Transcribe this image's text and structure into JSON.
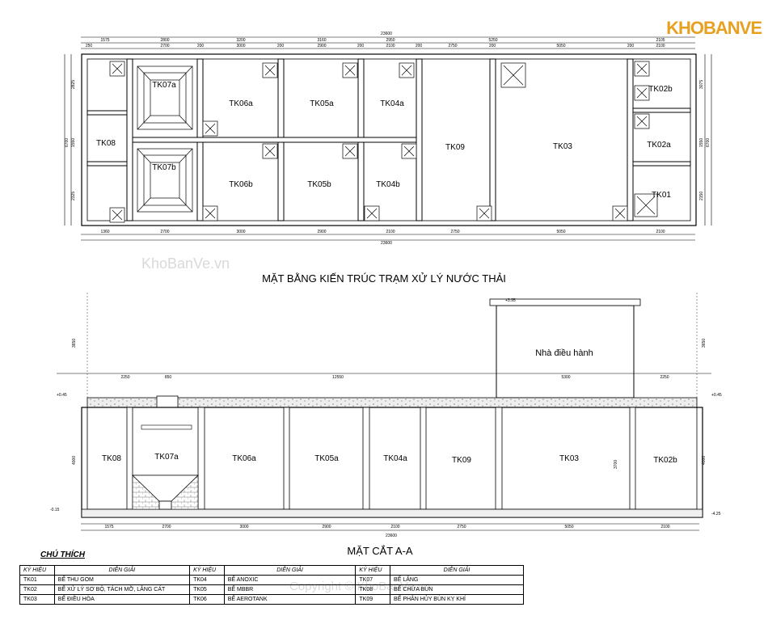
{
  "logo": "KHOBANVE",
  "watermarks": [
    "KhoBanVe.vn",
    "Copyright © KhoBanVe.vn"
  ],
  "plan": {
    "title": "MẶT BẰNG KIẾN TRÚC TRẠM XỬ LÝ NƯỚC THẢI",
    "rooms": [
      "TK07a",
      "TK06a",
      "TK05a",
      "TK04a",
      "TK09",
      "TK03",
      "TK02b",
      "TK08",
      "TK02a",
      "TK07b",
      "TK06b",
      "TK05b",
      "TK04b",
      "TK01"
    ],
    "overall_dim": "23600",
    "top_dims": [
      "1575",
      "2800",
      "3200",
      "3160",
      "2950",
      "5250",
      "2105"
    ],
    "mid_top_dims": [
      "250",
      "2700",
      "200",
      "3000",
      "200",
      "2900",
      "200",
      "2100",
      "200",
      "2750",
      "200",
      "5050",
      "200",
      "2100"
    ],
    "bottom_dims": [
      "1360",
      "2700",
      "3000",
      "2900",
      "2100",
      "2750",
      "5050",
      "2100"
    ],
    "bottom_sum": "23600",
    "left_dims": [
      "2825",
      "1550",
      "2325"
    ],
    "right_dims": [
      "3075",
      "1550",
      "2150"
    ],
    "side_total": "6700"
  },
  "section": {
    "title": "MẶT CẮT A-A",
    "building_label": "Nhà điều hành",
    "tanks": [
      "TK08",
      "TK07a",
      "TK06a",
      "TK05a",
      "TK04a",
      "TK09",
      "TK03",
      "TK02b"
    ],
    "top_dims": [
      "2250",
      "850",
      "12550",
      "5300",
      "2250"
    ],
    "bottom_dims": [
      "1575",
      "2700",
      "3000",
      "2900",
      "2100",
      "2750",
      "5050",
      "2100"
    ],
    "bottom_total": "23600",
    "heights": [
      "3650",
      "4000",
      "3700",
      "4000",
      "3650"
    ],
    "level_marks": [
      "+3.95",
      "+0.45",
      "+0.45",
      "-0.15",
      "-4.25"
    ]
  },
  "legend": {
    "title": "CHÚ THÍCH",
    "headers": {
      "code": "KÝ HIỆU",
      "desc": "DIỄN GIẢI"
    },
    "rows": [
      [
        {
          "code": "TK01",
          "desc": "BỂ THU GOM"
        },
        {
          "code": "TK04",
          "desc": "BỂ ANOXIC"
        },
        {
          "code": "TK07",
          "desc": "BỂ LẮNG"
        }
      ],
      [
        {
          "code": "TK02",
          "desc": "BỂ XỬ LÝ SƠ BỘ, TÁCH MỠ, LẮNG CÁT"
        },
        {
          "code": "TK05",
          "desc": "BỂ MBBR"
        },
        {
          "code": "TK08",
          "desc": "BỂ CHỨA BÙN"
        }
      ],
      [
        {
          "code": "TK03",
          "desc": "BỂ ĐIỀU HÒA"
        },
        {
          "code": "TK06",
          "desc": "BỂ AEROTANK"
        },
        {
          "code": "TK09",
          "desc": "BỂ PHÂN HỦY BÙN KỴ KHÍ"
        }
      ]
    ]
  }
}
